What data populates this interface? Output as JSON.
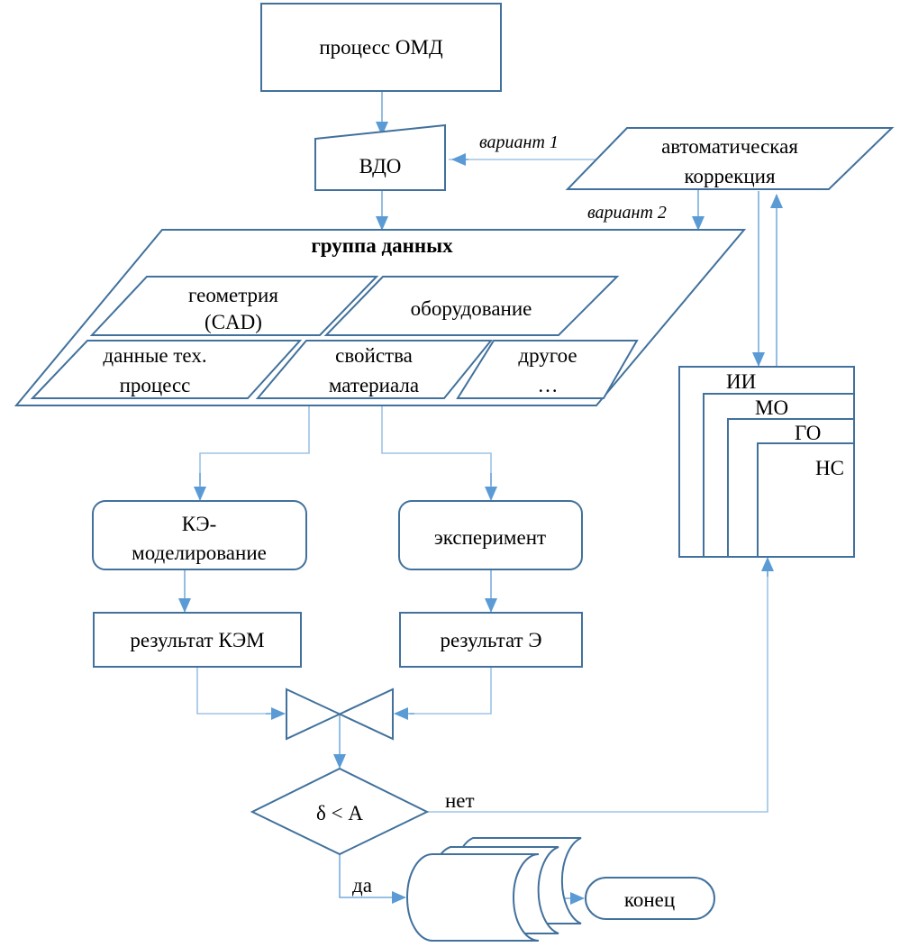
{
  "colors": {
    "shape_stroke": "#41719c",
    "connector": "#5b9bd5",
    "connector_light": "#9dc3e6",
    "text": "#000000",
    "background": "#ffffff"
  },
  "nodes": {
    "process_omd": "процесс ОМД",
    "vdo": "ВДО",
    "auto_correction": [
      "автоматическая",
      "коррекция"
    ],
    "data_group": {
      "title": "группа данных",
      "items": {
        "geometry": [
          "геометрия",
          "(CAD)"
        ],
        "equipment": "оборудование",
        "tech_process": [
          "данные тех.",
          "процесс"
        ],
        "material": [
          "свойства",
          "материала"
        ],
        "other": [
          "другое",
          "…"
        ]
      }
    },
    "fe_modeling": [
      "КЭ-",
      "моделирование"
    ],
    "experiment": "эксперимент",
    "fem_result": "результат КЭМ",
    "exp_result": "результат Э",
    "decision": "δ < A",
    "end": "конец",
    "ai_stack": [
      "ИИ",
      "МО",
      "ГО",
      "НС"
    ]
  },
  "edge_labels": {
    "variant1": "вариант 1",
    "variant2": "вариант 2",
    "no": "нет",
    "yes": "да"
  }
}
